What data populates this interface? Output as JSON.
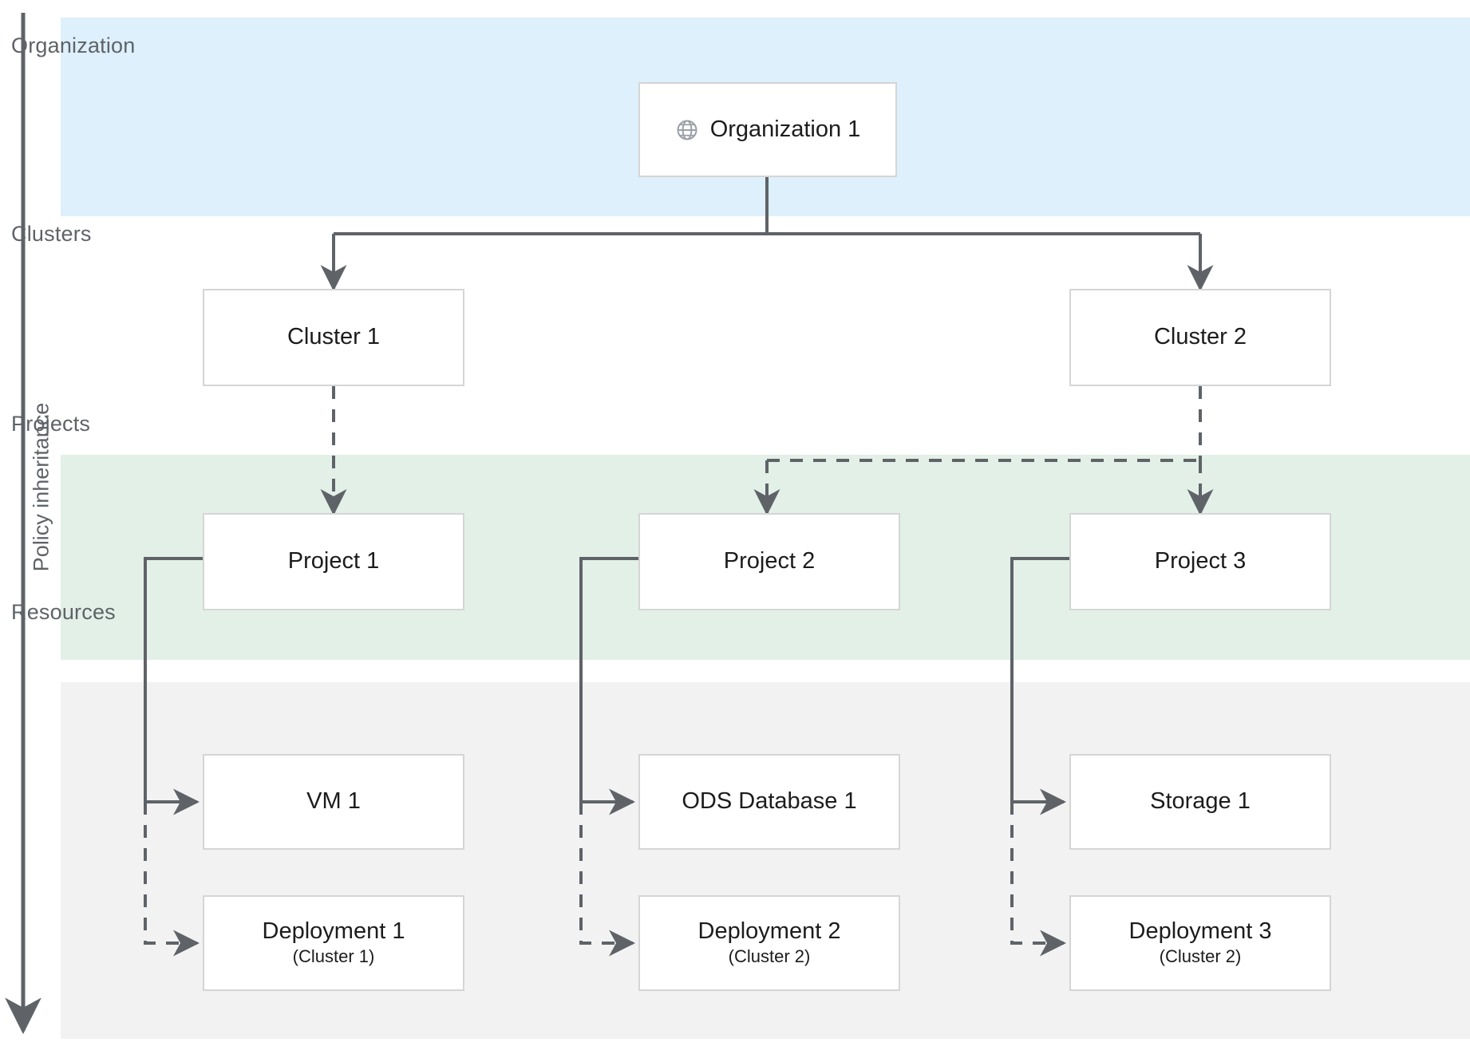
{
  "axis": {
    "label": "Policy inheritance",
    "icon": "down-arrow-icon"
  },
  "bands": [
    {
      "id": "organization",
      "label": "Organization",
      "color": "#ddf0fb"
    },
    {
      "id": "clusters",
      "label": "Clusters",
      "color": "#ffffff"
    },
    {
      "id": "projects",
      "label": "Projects",
      "color": "#e2f0e8"
    },
    {
      "id": "resources",
      "label": "Resources",
      "color": "#f2f2f2"
    }
  ],
  "nodes": {
    "organization": {
      "label": "Organization 1",
      "icon": "globe-icon"
    },
    "clusters": [
      {
        "label": "Cluster 1"
      },
      {
        "label": "Cluster 2"
      }
    ],
    "projects": [
      {
        "label": "Project 1"
      },
      {
        "label": "Project 2"
      },
      {
        "label": "Project 3"
      }
    ],
    "resources": [
      {
        "label": "VM 1",
        "sub": ""
      },
      {
        "label": "ODS Database 1",
        "sub": ""
      },
      {
        "label": "Storage 1",
        "sub": ""
      },
      {
        "label": "Deployment 1",
        "sub": "(Cluster 1)"
      },
      {
        "label": "Deployment 2",
        "sub": "(Cluster 2)"
      },
      {
        "label": "Deployment 3",
        "sub": "(Cluster 2)"
      }
    ]
  },
  "edges": [
    {
      "from": "Organization 1",
      "to": "Cluster 1",
      "style": "solid"
    },
    {
      "from": "Organization 1",
      "to": "Cluster 2",
      "style": "solid"
    },
    {
      "from": "Cluster 1",
      "to": "Project 1",
      "style": "dashed"
    },
    {
      "from": "Cluster 2",
      "to": "Project 2",
      "style": "dashed"
    },
    {
      "from": "Cluster 2",
      "to": "Project 3",
      "style": "dashed"
    },
    {
      "from": "Project 1",
      "to": "VM 1",
      "style": "solid"
    },
    {
      "from": "Project 1",
      "to": "Deployment 1",
      "style": "dashed"
    },
    {
      "from": "Project 2",
      "to": "ODS Database 1",
      "style": "solid"
    },
    {
      "from": "Project 2",
      "to": "Deployment 2",
      "style": "dashed"
    },
    {
      "from": "Project 3",
      "to": "Storage 1",
      "style": "solid"
    },
    {
      "from": "Project 3",
      "to": "Deployment 3",
      "style": "dashed"
    }
  ],
  "colors": {
    "band_organization": "#ddf0fb",
    "band_projects": "#e2f0e8",
    "band_resources": "#f2f2f2",
    "node_border": "#d5d5d5",
    "connector": "#5f6368",
    "label_text": "#5f6368",
    "node_text": "#1c1c1c"
  }
}
